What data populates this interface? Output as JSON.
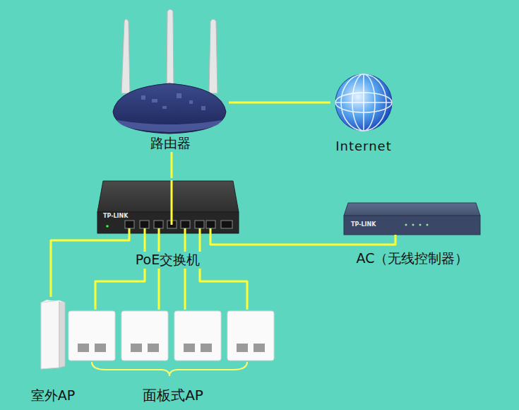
{
  "diagram": {
    "nodes": [
      {
        "text": [
          "路由器"
        ]
      },
      {
        "text": [
          "Internet"
        ]
      },
      {
        "text": [
          "PoE交换机"
        ]
      },
      {
        "text": [
          "AC（无线控制器）"
        ]
      },
      {
        "text": [
          "室外AP"
        ]
      },
      {
        "text": [
          "面板式AP"
        ]
      }
    ],
    "edges": [
      {
        "from": 0,
        "to": 1,
        "arrow": "none"
      },
      {
        "from": 0,
        "to": 2,
        "arrow": "none"
      },
      {
        "from": 2,
        "to": 3,
        "arrow": "none"
      },
      {
        "from": 2,
        "to": 4,
        "arrow": "none"
      },
      {
        "from": 2,
        "to": 5,
        "arrow": "none"
      },
      {
        "from": 2,
        "to": 5,
        "arrow": "none"
      },
      {
        "from": 2,
        "to": 5,
        "arrow": "none"
      },
      {
        "from": 2,
        "to": 5,
        "arrow": "none"
      }
    ],
    "labels": [
      "TP-LINK",
      "TP-LINK"
    ]
  }
}
